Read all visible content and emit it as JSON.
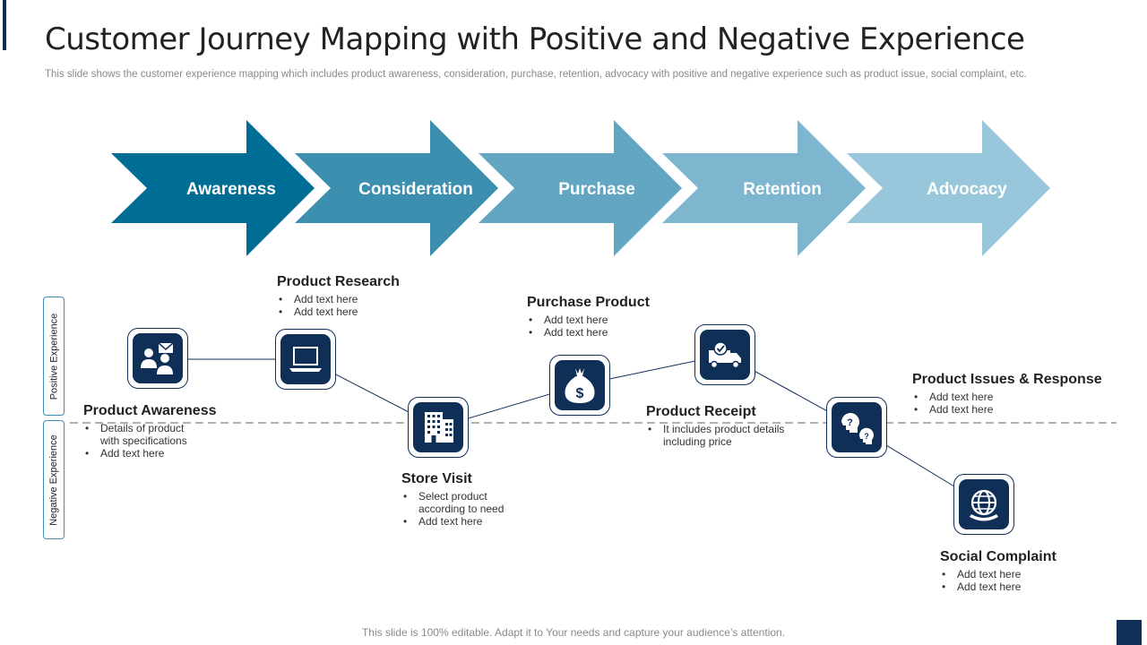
{
  "header": {
    "title": "Customer Journey Mapping with Positive and Negative Experience",
    "subtitle": "This slide shows the customer experience mapping which includes product awareness, consideration, purchase, retention, advocacy with positive and negative experience such as product issue, social complaint, etc."
  },
  "stages": [
    {
      "label": "Awareness",
      "color": "#006e94"
    },
    {
      "label": "Consideration",
      "color": "#3d8fb0"
    },
    {
      "label": "Purchase",
      "color": "#62a6c2"
    },
    {
      "label": "Retention",
      "color": "#7eb6cf"
    },
    {
      "label": "Advocacy",
      "color": "#98c6db"
    }
  ],
  "side_labels": {
    "positive": "Positive Experience",
    "negative": "Negative Experience"
  },
  "steps": [
    {
      "title": "Product Awareness",
      "icon": "people-mail-icon",
      "bullets": [
        "Details of product with specifications",
        "Add text here"
      ]
    },
    {
      "title": "Product Research",
      "icon": "laptop-icon",
      "bullets": [
        "Add text here",
        "Add text here"
      ]
    },
    {
      "title": "Store Visit",
      "icon": "building-icon",
      "bullets": [
        "Select product according to need",
        "Add text here"
      ]
    },
    {
      "title": "Purchase Product",
      "icon": "money-bag-icon",
      "bullets": [
        "Add text here",
        "Add text here"
      ]
    },
    {
      "title": "Product Receipt",
      "icon": "delivery-truck-icon",
      "bullets": [
        "It includes product details including price"
      ]
    },
    {
      "title": "Product Issues & Response",
      "icon": "question-heads-icon",
      "bullets": [
        "Add text here",
        "Add text here"
      ]
    },
    {
      "title": "Social Complaint",
      "icon": "globe-icon",
      "bullets": [
        "Add text here",
        "Add text here"
      ]
    }
  ],
  "colors": {
    "dark_navy": "#0f2f57",
    "tab_border": "#3b8fb0"
  },
  "footer": "This slide is 100% editable. Adapt it to Your needs and capture your audience’s attention."
}
